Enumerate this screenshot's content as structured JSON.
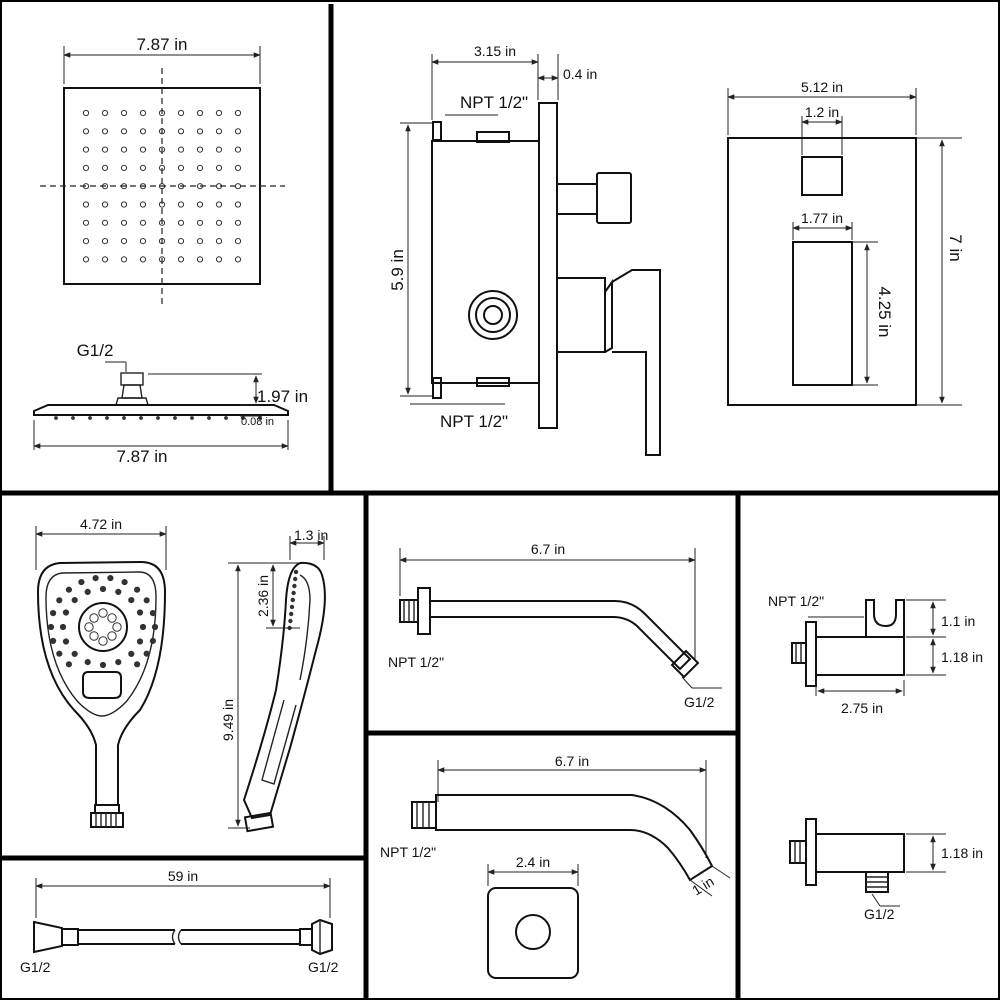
{
  "rain_head": {
    "top_width": "7.87 in",
    "inlet": "G1/2",
    "height": "1.97 in",
    "thickness": "0.08 in",
    "side_width": "7.87 in"
  },
  "valve": {
    "depth": "3.15 in",
    "plate_offset": "0.4 in",
    "inlet_top": "NPT 1/2\"",
    "height": "5.9 in",
    "inlet_bottom": "NPT 1/2\""
  },
  "trim_plate": {
    "width": "5.12 in",
    "knob_width": "1.2 in",
    "slot_width": "1.77 in",
    "height": "7 in",
    "slot_height": "4.25 in"
  },
  "handheld": {
    "width": "4.72 in",
    "depth": "1.3 in",
    "face_height": "2.36 in",
    "length": "9.49 in"
  },
  "shower_arm": {
    "length": "6.7 in",
    "inlet": "NPT 1/2\"",
    "outlet": "G1/2"
  },
  "holder": {
    "inlet": "NPT 1/2\"",
    "cradle_height": "1.1 in",
    "body_height": "1.18 in",
    "length": "2.75 in"
  },
  "hose": {
    "length": "59 in",
    "end_left": "G1/2",
    "end_right": "G1/2"
  },
  "tub_spout": {
    "length": "6.7 in",
    "inlet": "NPT 1/2\"",
    "outlet": "1 in",
    "escutcheon": "2.4 in"
  },
  "elbow": {
    "height": "1.18 in",
    "outlet": "G1/2"
  }
}
